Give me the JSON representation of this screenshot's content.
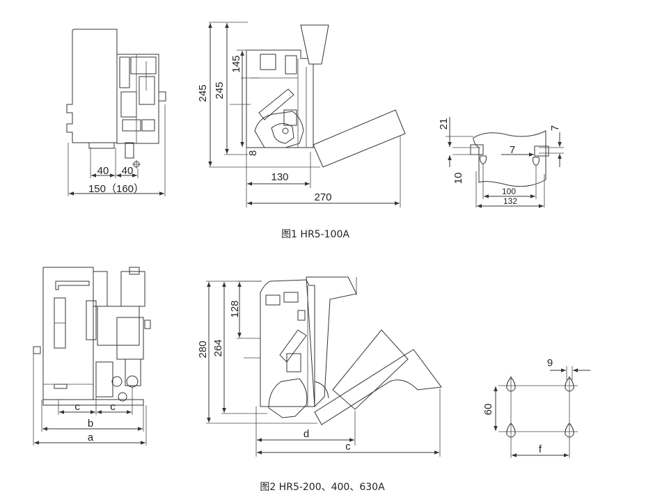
{
  "figure1": {
    "caption": "图1 HR5-100A",
    "front_view": {
      "dim_left_40": "40",
      "dim_right_40": "40",
      "dim_width": "150（160）"
    },
    "side_view": {
      "dim_outer_245": "245",
      "dim_inner_245": "245",
      "dim_145": "145",
      "dim_8": "8",
      "dim_130": "130",
      "dim_270": "270"
    },
    "mount_view": {
      "dim_21": "21",
      "dim_7_right": "7",
      "dim_7_mid": "7",
      "dim_10": "10",
      "dim_100": "100",
      "dim_132": "132"
    }
  },
  "figure2": {
    "caption": "图2  HR5-200、400、630A",
    "front_view": {
      "dim_c_left": "c",
      "dim_c_right": "c",
      "dim_b": "b",
      "dim_a": "a"
    },
    "side_view": {
      "dim_128": "128",
      "dim_280": "280",
      "dim_264": "264",
      "dim_d": "d",
      "dim_c": "c"
    },
    "hole_pattern": {
      "dim_9": "9",
      "dim_60": "60",
      "dim_f": "f"
    }
  }
}
